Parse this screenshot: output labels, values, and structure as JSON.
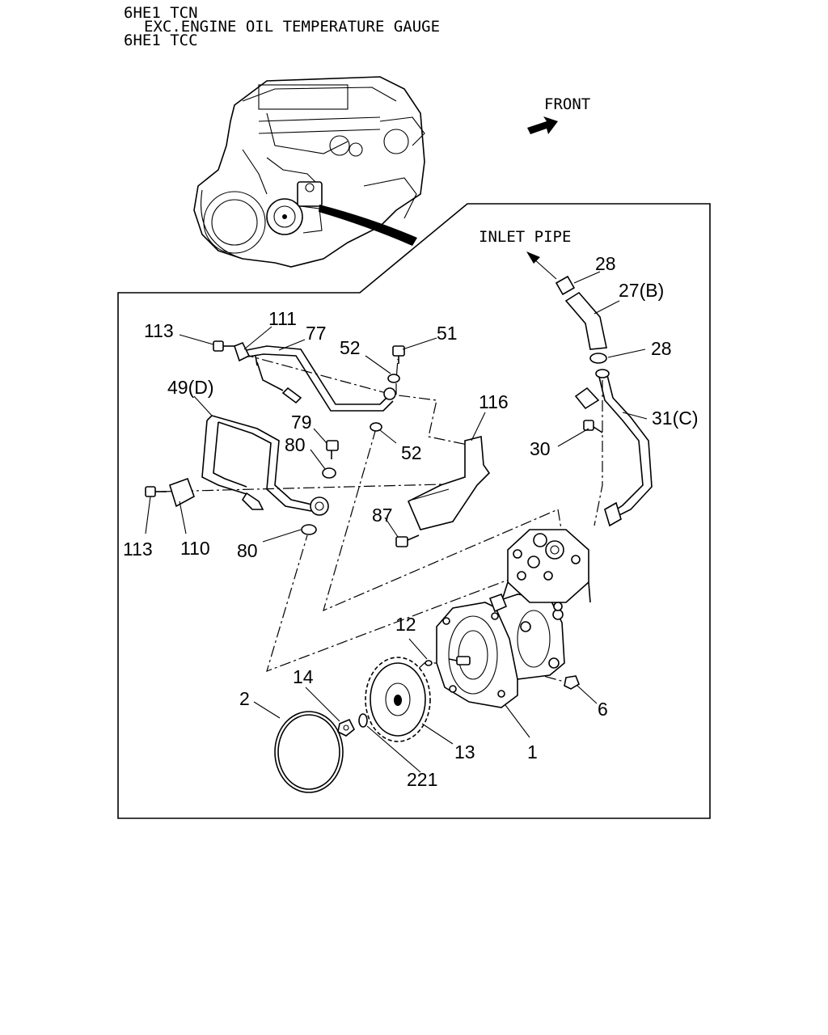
{
  "header": {
    "line1": "6HE1 TCN",
    "line2": "EXC.ENGINE OIL TEMPERATURE GAUGE",
    "line3": "6HE1 TCC"
  },
  "annotations": {
    "front": "FRONT",
    "inlet_pipe": "INLET PIPE"
  },
  "callouts": {
    "p28_top": "28",
    "p27": "27(B)",
    "p28_mid": "28",
    "p31": "31(C)",
    "p30": "30",
    "p116": "116",
    "p113_top": "113",
    "p111": "111",
    "p77": "77",
    "p52_top": "52",
    "p51": "51",
    "p49": "49(D)",
    "p79": "79",
    "p80_top": "80",
    "p52_mid": "52",
    "p87": "87",
    "p113_bot": "113",
    "p110": "110",
    "p80_bot": "80",
    "p12": "12",
    "p14": "14",
    "p2": "2",
    "p6": "6",
    "p13": "13",
    "p1": "1",
    "p221": "221"
  }
}
